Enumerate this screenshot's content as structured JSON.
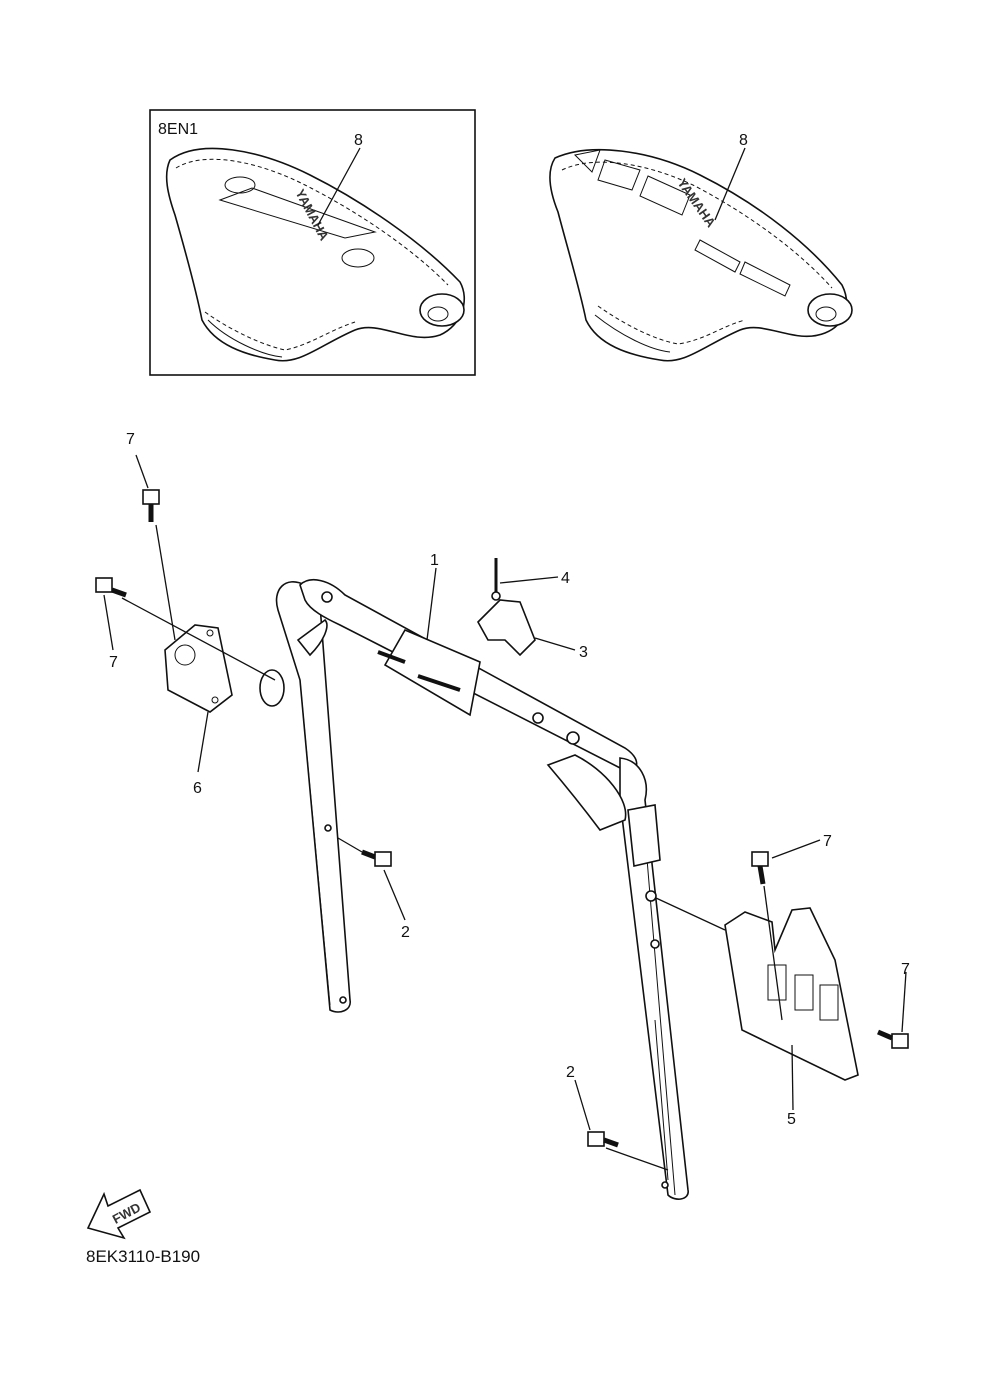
{
  "inset": {
    "label": "8EN1"
  },
  "brand": "YAMAHA",
  "fwd": "FWD",
  "diagram_code": "8EK3110-B190",
  "callouts": {
    "c8a": "8",
    "c8b": "8",
    "c7a": "7",
    "c7b": "7",
    "c1": "1",
    "c4": "4",
    "c3": "3",
    "c6": "6",
    "c2a": "2",
    "c7c": "7",
    "c7d": "7",
    "c5": "5",
    "c2b": "2"
  }
}
